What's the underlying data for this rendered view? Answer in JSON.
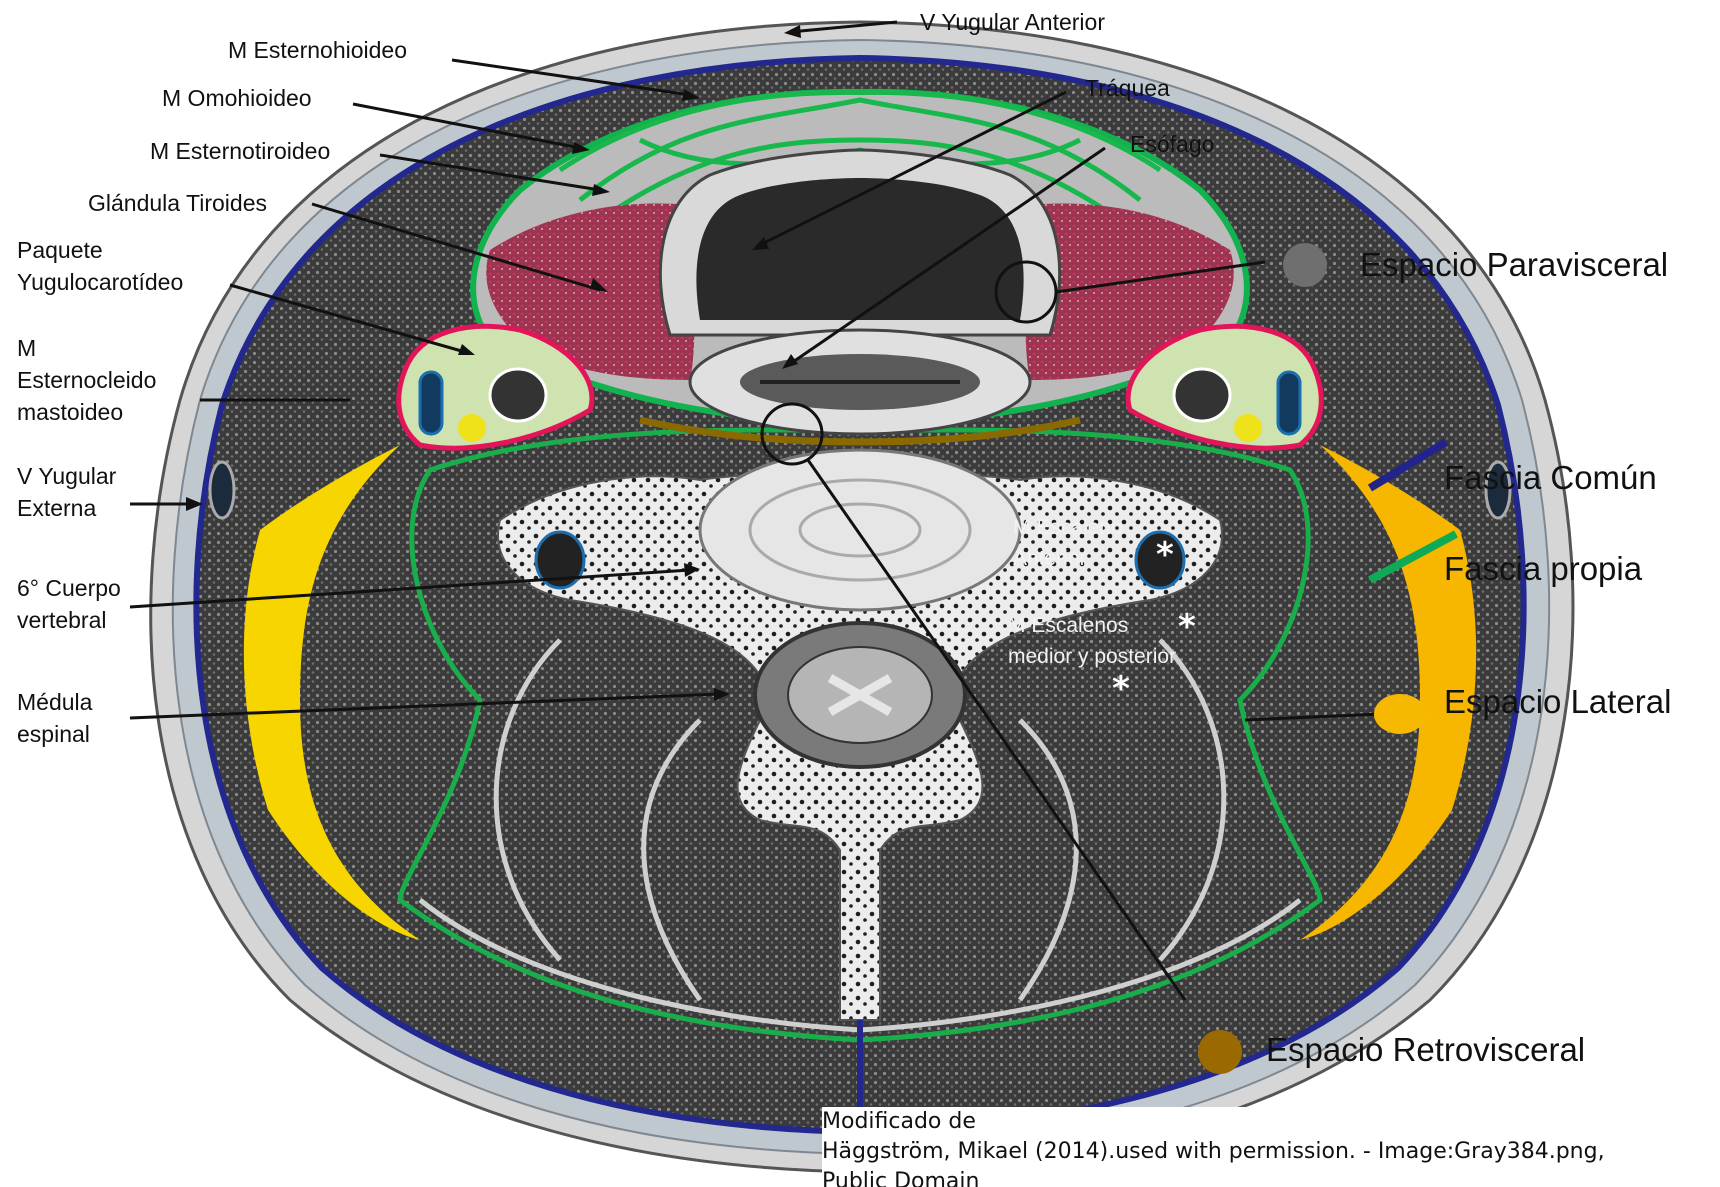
{
  "labels": {
    "v_yugular_anterior": "V Yugular  Anterior",
    "m_esternohioideo": "M Esternohioideo",
    "m_omohioideo": "M Omohioideo",
    "m_esternotiroideo": "M Esternotiroideo",
    "glandula_tiroides": "Glándula  Tiroides",
    "paquete_line1": "Paquete",
    "paquete_line2": "Yugulocarotídeo",
    "escm_line1": "M",
    "escm_line2": "Esternocleido",
    "escm_line3": "mastoideo",
    "vye_line1": "V Yugular",
    "vye_line2": "Externa",
    "cuerpo_line1": "6° Cuerpo",
    "cuerpo_line2": "vertebral",
    "medula_line1": "Médula",
    "medula_line2": "espinal",
    "traquea": "Tráquea",
    "esofago": "Esófago",
    "escaleno_ant_line1": "M Escaleno",
    "escaleno_ant_line2": "Anterior",
    "escalenos_line1": "M Escalenos",
    "escalenos_line2": "medior y posterior"
  },
  "legend": {
    "paravisceral": {
      "label": "Espacio Paravisceral",
      "color": "#6f6f6f"
    },
    "fascia_comun": {
      "label": "Fascia Común",
      "color": "#23238c"
    },
    "fascia_propia": {
      "label": "Fascia propia",
      "color": "#0faa55"
    },
    "lateral": {
      "label": "Espacio Lateral",
      "color": "#f6b800"
    },
    "retrovisceral": {
      "label": "Espacio Retrovisceral",
      "color": "#9a6a00"
    }
  },
  "credit": {
    "line1": "Modificado de",
    "line2": "Häggström, Mikael (2014).used with permission. - Image:Gray384.png,",
    "line3": "Public Domain"
  },
  "marks": {
    "asterisk": "*"
  }
}
